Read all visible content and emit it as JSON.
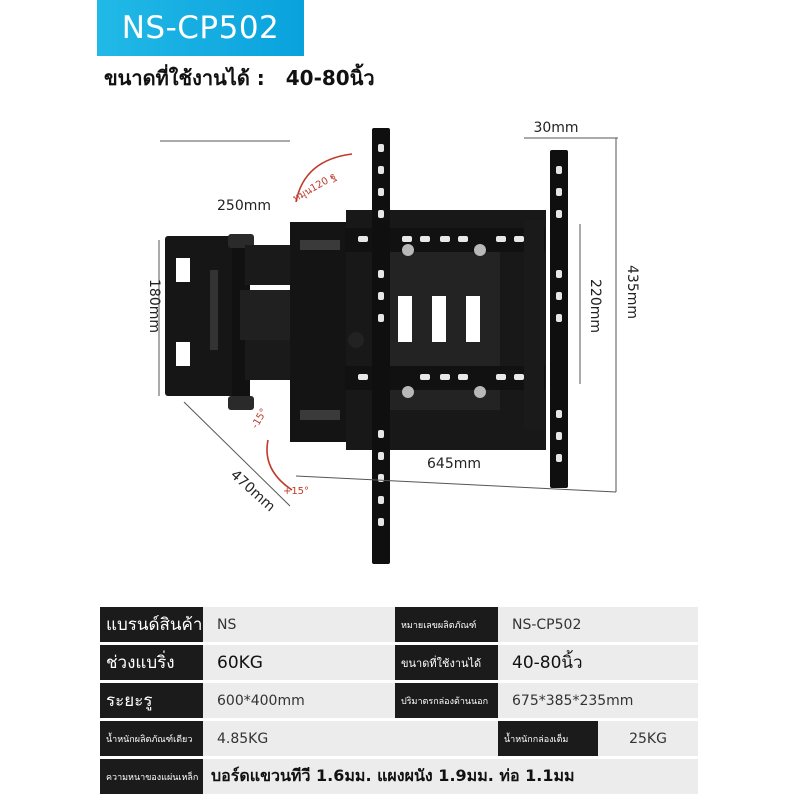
{
  "title": "NS-CP502",
  "size_line": {
    "label": "ขนาดที่ใช้งานได้ :",
    "value": "40-80นิ้ว"
  },
  "dimensions": {
    "d30": "30mm",
    "d250": "250mm",
    "d180": "180mm",
    "d220": "220mm",
    "d435": "435mm",
    "d645": "645mm",
    "d470": "470mm",
    "rotate": "หมุน120 ฐ",
    "tilt_up": "-15°",
    "tilt_down": "+15°"
  },
  "specs": {
    "brand_label": "แบรนด์สินค้า",
    "brand_value": "NS",
    "model_label": "หมายเลขผลิตภัณฑ์",
    "model_value": "NS-CP502",
    "load_label": "ช่วงแบริ่ง",
    "load_value": "60KG",
    "fit_label": "ขนาดที่ใช้งานได้",
    "fit_value": "40-80นิ้ว",
    "vesa_label": "ระยะรู",
    "vesa_value": "600*400mm",
    "box_label": "ปริมาตรกล่องด้านนอก",
    "box_value": "675*385*235mm",
    "net_label": "น้ำหนักผลิตภัณฑ์เดียว",
    "net_value": "4.85KG",
    "gross_label": "น้ำหนักกล่องเต็ม",
    "gross_value": "25KG",
    "thick_label": "ความหนาของแผ่นเหล็ก",
    "thick_value": "บอร์ดแขวนทีวี 1.6มม. แผงผนัง 1.9มม. ท่อ 1.1มม"
  },
  "colors": {
    "banner": "#0aa2dd",
    "label_bg": "#1b1b1b",
    "value_bg": "#ececec",
    "annotation": "#c0392b"
  }
}
